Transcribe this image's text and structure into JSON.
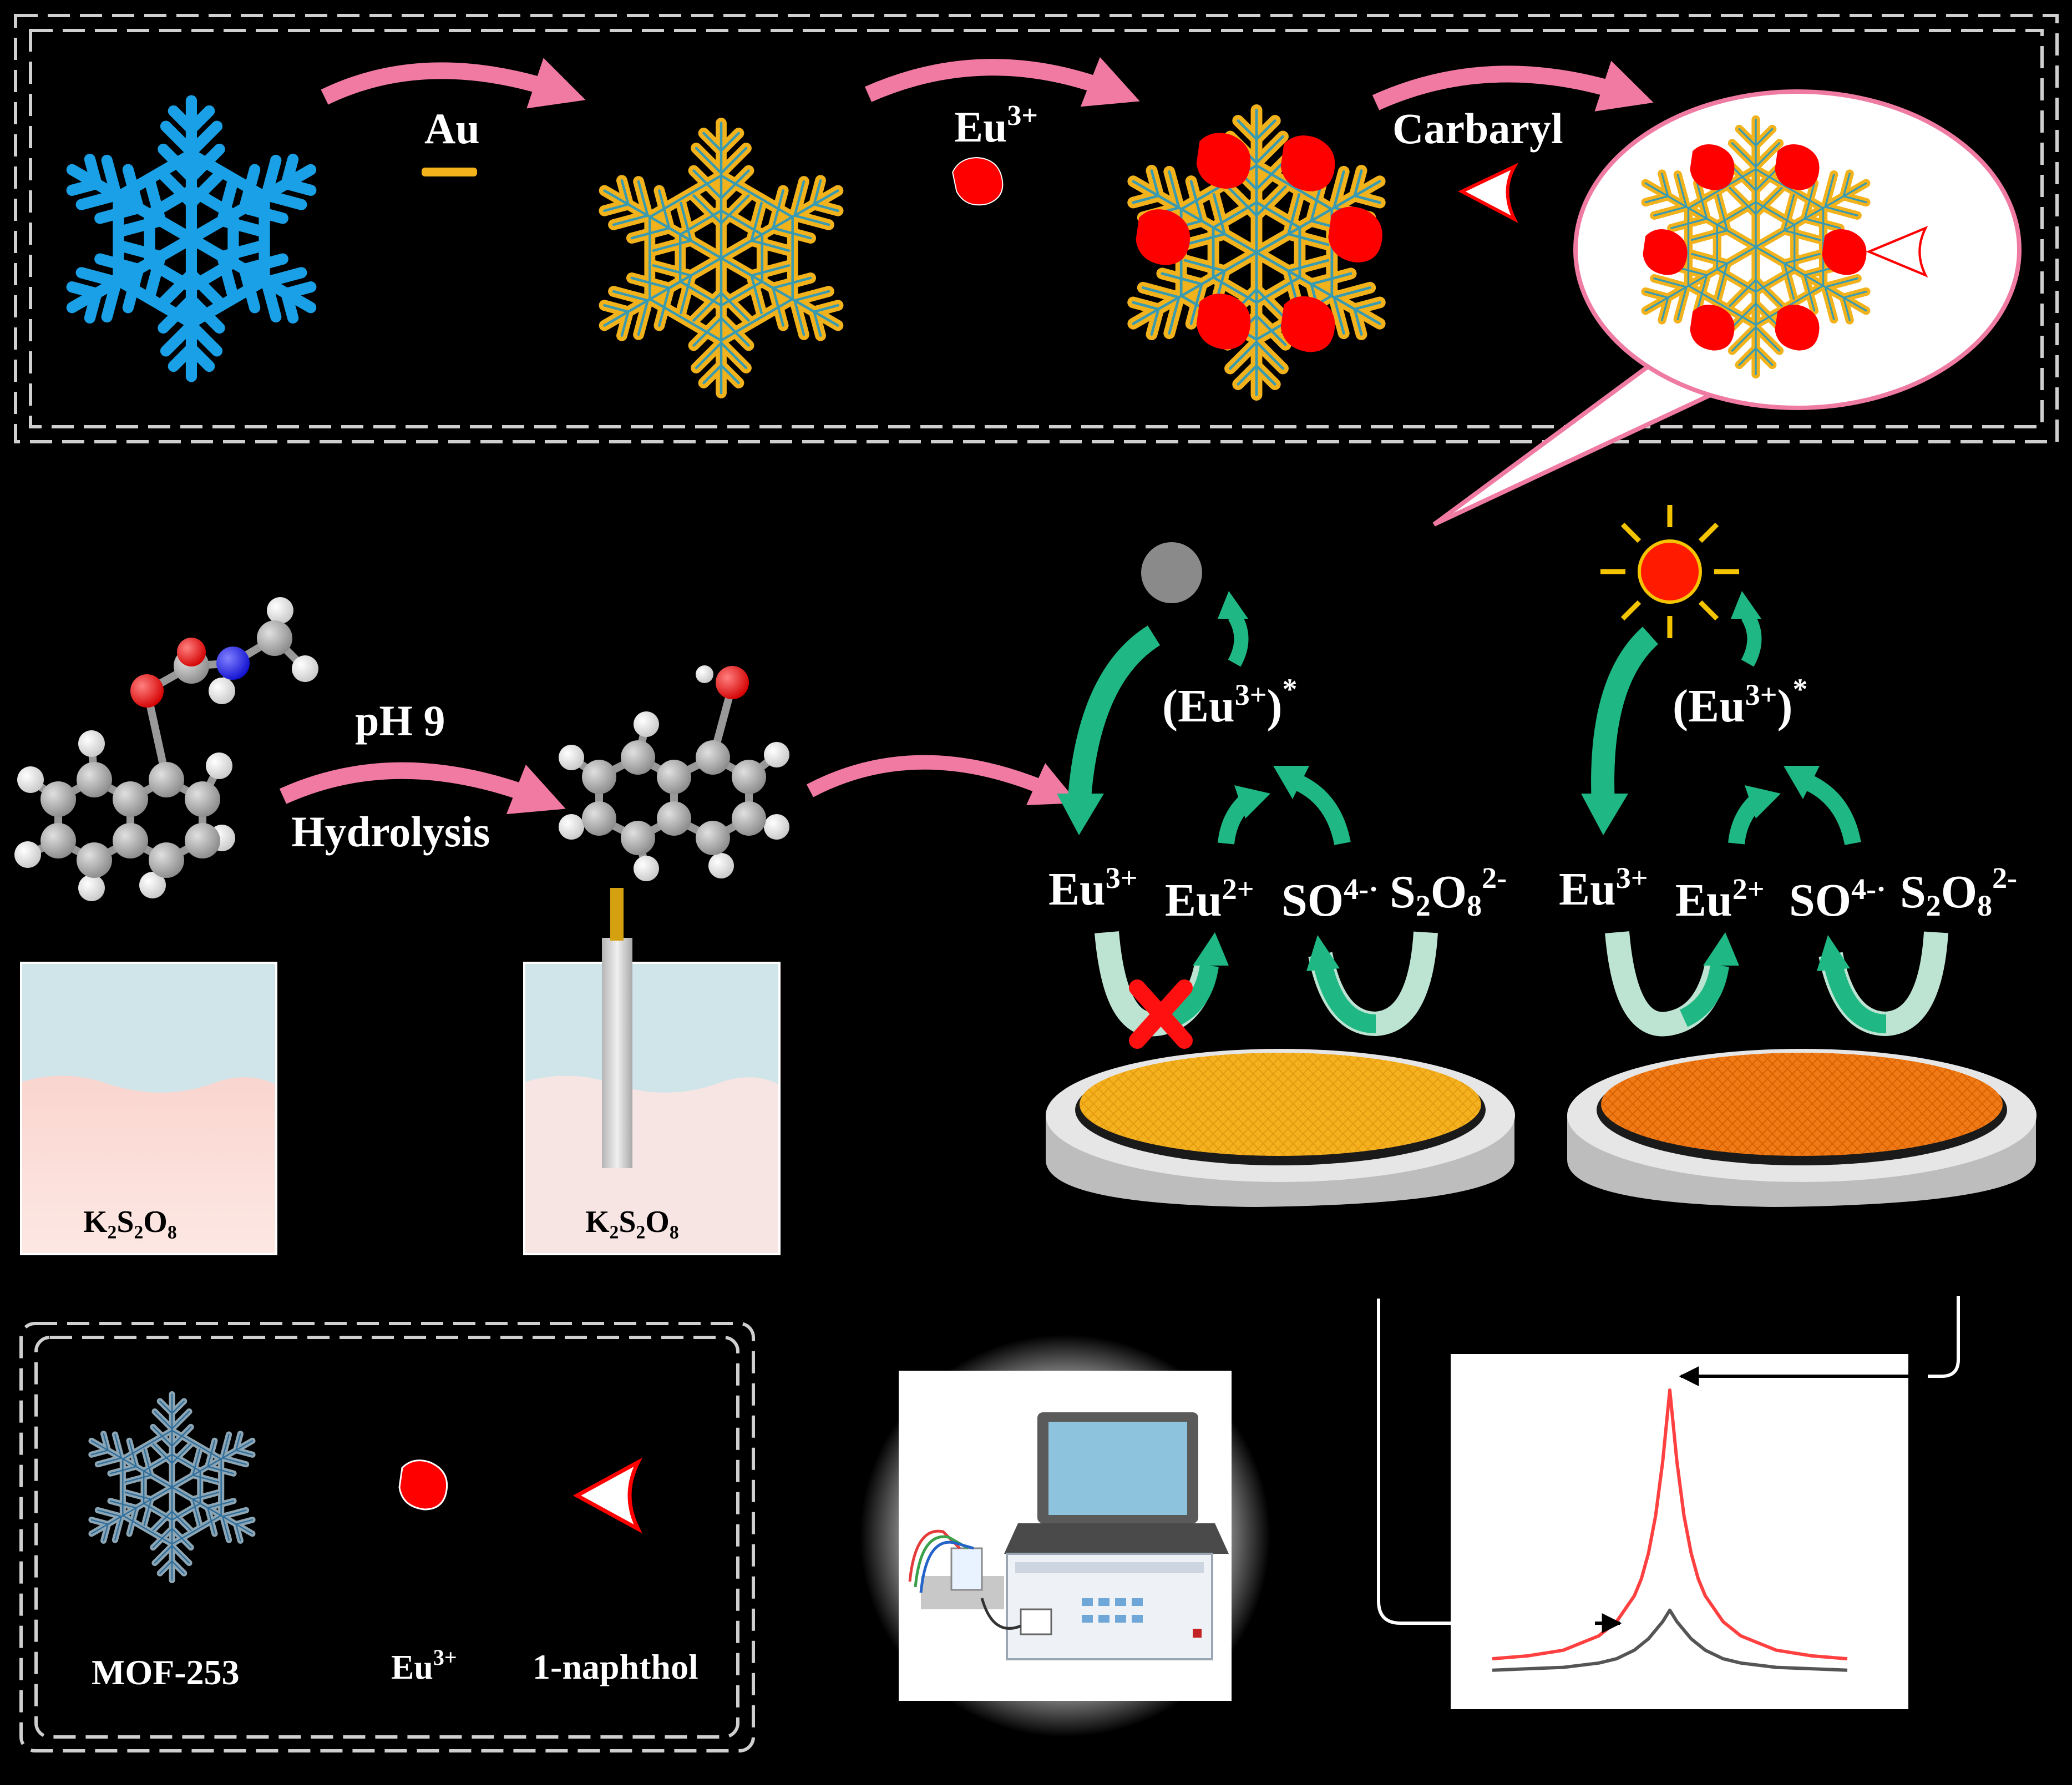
{
  "synthesis": {
    "step1_label": "Au",
    "step2_label": "Eu",
    "step2_sup": "3+",
    "step3_label": "Carbaryl"
  },
  "hydrolysis": {
    "condition": "pH 9",
    "process": "Hydrolysis",
    "beaker1_label": "K₂S₂O₈",
    "beaker2_label": "K₂S₂O₈"
  },
  "mechanism": {
    "excited_state": "(Eu",
    "excited_state_sup": "3+",
    "excited_state_close": ")",
    "excited_star": "*",
    "eu3": "Eu",
    "eu3_sup": "3+",
    "eu2": "Eu",
    "eu2_sup": "2+",
    "so4": "SO",
    "so4_sup": "4-·",
    "s2o8_a": "S",
    "s2o8_sub1": "2",
    "s2o8_b": "O",
    "s2o8_sub2": "8",
    "s2o8_sup": "2-"
  },
  "legend": {
    "mof": "MOF-253",
    "eu": "Eu",
    "eu_sup": "3+",
    "naphthol": "1-naphthol"
  },
  "colors": {
    "background": "#000000",
    "mof_blue": "#1aa0e6",
    "au_gold": "#f2b21c",
    "eu_red": "#ff0000",
    "arrow_pink": "#f07aa2",
    "arrow_green": "#1fb884",
    "arrow_light_green": "#bde3d2",
    "electrode_yellow": "#f5b21e",
    "electrode_orange": "#f07b16"
  },
  "chart_data": {
    "type": "line",
    "title": "",
    "xlabel": "",
    "ylabel": "",
    "series": [
      {
        "color": "#ff4040",
        "x": [
          0,
          10,
          20,
          30,
          35,
          40,
          42,
          44,
          46,
          48,
          50,
          52,
          54,
          56,
          58,
          60,
          65,
          70,
          80,
          90,
          100
        ],
        "values": [
          0.06,
          0.07,
          0.09,
          0.14,
          0.19,
          0.28,
          0.34,
          0.43,
          0.56,
          0.75,
          1.0,
          0.75,
          0.56,
          0.43,
          0.34,
          0.28,
          0.19,
          0.14,
          0.09,
          0.07,
          0.06
        ]
      },
      {
        "color": "#555555",
        "x": [
          0,
          10,
          20,
          30,
          35,
          40,
          44,
          48,
          50,
          52,
          56,
          60,
          65,
          70,
          80,
          90,
          100
        ],
        "values": [
          0.02,
          0.025,
          0.03,
          0.045,
          0.06,
          0.09,
          0.13,
          0.19,
          0.23,
          0.19,
          0.13,
          0.09,
          0.06,
          0.045,
          0.03,
          0.025,
          0.02
        ]
      }
    ]
  }
}
